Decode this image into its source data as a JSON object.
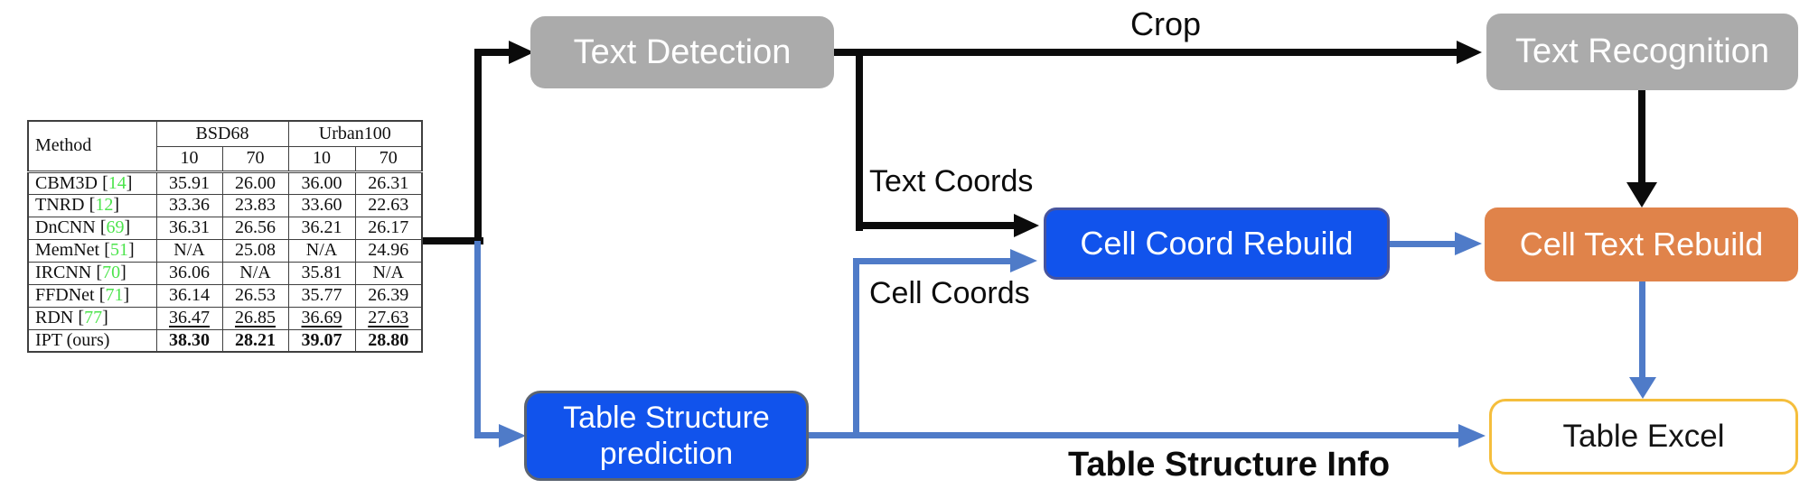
{
  "diagram": {
    "colors": {
      "node_gray": "#ababab",
      "node_blue": "#1153ec",
      "node_orange": "#e0834a",
      "arrow_black": "#0b0b0b",
      "arrow_blue": "#4f7bc8",
      "excel_border": "#f5be3c",
      "citation_green": "#4ce44c"
    },
    "nodes": {
      "text_detection": {
        "label": "Text Detection"
      },
      "text_recognition": {
        "label": "Text Recognition"
      },
      "cell_coord_rebuild": {
        "label": "Cell Coord Rebuild"
      },
      "cell_text_rebuild": {
        "label": "Cell Text Rebuild"
      },
      "table_structure_prediction": {
        "label": "Table Structure prediction"
      },
      "table_excel": {
        "label": "Table Excel"
      }
    },
    "edge_labels": {
      "crop": "Crop",
      "text_coords": "Text Coords",
      "cell_coords": "Cell Coords",
      "table_structure_info": "Table Structure Info"
    }
  },
  "input_table": {
    "headers": {
      "method": "Method",
      "group1": "BSD68",
      "group2": "Urban100",
      "sub": [
        "10",
        "70",
        "10",
        "70"
      ]
    },
    "bracket_open": "[",
    "bracket_close": "]",
    "rows": [
      {
        "name": "CBM3D",
        "cite": "14",
        "v": [
          "35.91",
          "26.00",
          "36.00",
          "26.31"
        ]
      },
      {
        "name": "TNRD",
        "cite": "12",
        "v": [
          "33.36",
          "23.83",
          "33.60",
          "22.63"
        ]
      },
      {
        "name": "DnCNN",
        "cite": "69",
        "v": [
          "36.31",
          "26.56",
          "36.21",
          "26.17"
        ]
      },
      {
        "name": "MemNet",
        "cite": "51",
        "v": [
          "N/A",
          "25.08",
          "N/A",
          "24.96"
        ]
      },
      {
        "name": "IRCNN",
        "cite": "70",
        "v": [
          "36.06",
          "N/A",
          "35.81",
          "N/A"
        ]
      },
      {
        "name": "FFDNet",
        "cite": "71",
        "v": [
          "36.14",
          "26.53",
          "35.77",
          "26.39"
        ]
      },
      {
        "name": "RDN",
        "cite": "77",
        "v": [
          "36.47",
          "26.85",
          "36.69",
          "27.63"
        ]
      },
      {
        "name": "IPT (ours)",
        "cite": "",
        "v": [
          "38.30",
          "28.21",
          "39.07",
          "28.80"
        ]
      }
    ]
  }
}
